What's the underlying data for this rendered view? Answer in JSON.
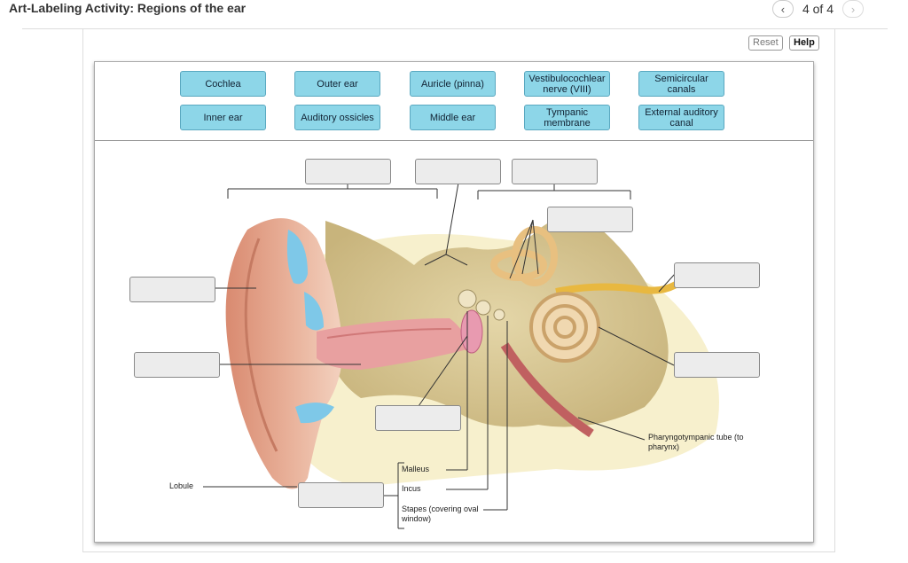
{
  "header": {
    "title": "Art-Labeling Activity: Regions of the ear",
    "page_indicator": "4 of 4",
    "prev_icon": "chevron-left-icon",
    "next_icon": "chevron-right-icon"
  },
  "toolbar": {
    "reset_label": "Reset",
    "help_label": "Help"
  },
  "label_bank": [
    "Cochlea",
    "Outer ear",
    "Auricle (pinna)",
    "Vestibulocochlear nerve (VIII)",
    "Semicircular canals",
    "Inner ear",
    "Auditory ossicles",
    "Middle ear",
    "Tympanic membrane",
    "External auditory canal"
  ],
  "figure_labels": {
    "lobule": "Lobule",
    "malleus": "Malleus",
    "incus": "Incus",
    "stapes": "Stapes (covering oval window)",
    "pharyngotympanic": "Pharyngotympanic tube (to pharynx)"
  },
  "colors": {
    "chip_fill": "#8dd6e8",
    "skin": "#e0a088",
    "bone": "#d8c89a",
    "canal_blue": "#7ec8e8"
  }
}
